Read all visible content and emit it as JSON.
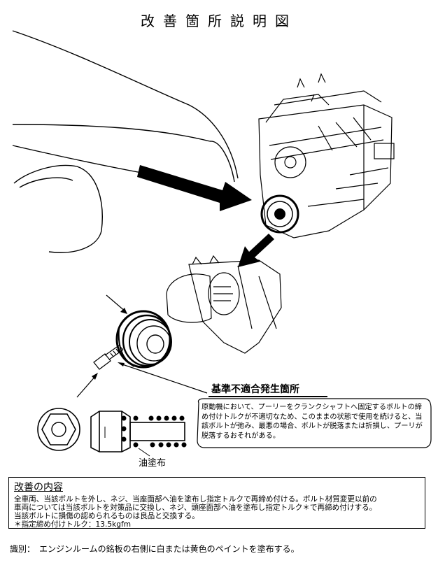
{
  "page": {
    "title": "改善箇所説明図"
  },
  "illustration": {
    "defect_label": "基準不適合発生箇所",
    "callout_text": "原動機において、プーリーをクランクシャフトへ固定するボルトの締め付けトルクが不適切なため、このままの状態で使用を続けると、当該ボルトが弛み、最悪の場合、ボルトが脱落または折損し、プーリが脱落するおそれがある。",
    "oil_label": "油塗布"
  },
  "remedy": {
    "heading": "改善の内容",
    "lines": [
      "全車両、当該ボルトを外し、ネジ、当座面部へ油を塗布し指定トルクで再締め付ける。ボルト材質変更以前の",
      "車両については当該ボルトを対策品に交換し、ネジ、頭座面部へ油を塗布し指定トルク＊で再締め付けする。",
      "当該ボルトに損傷の認められるものは良品と交換する。",
      "＊指定締め付けトルク：13.5kgfm"
    ]
  },
  "footer": {
    "label": "識別：",
    "text": "エンジンルームの銘板の右側に白または黄色のペイントを塗布する。"
  }
}
